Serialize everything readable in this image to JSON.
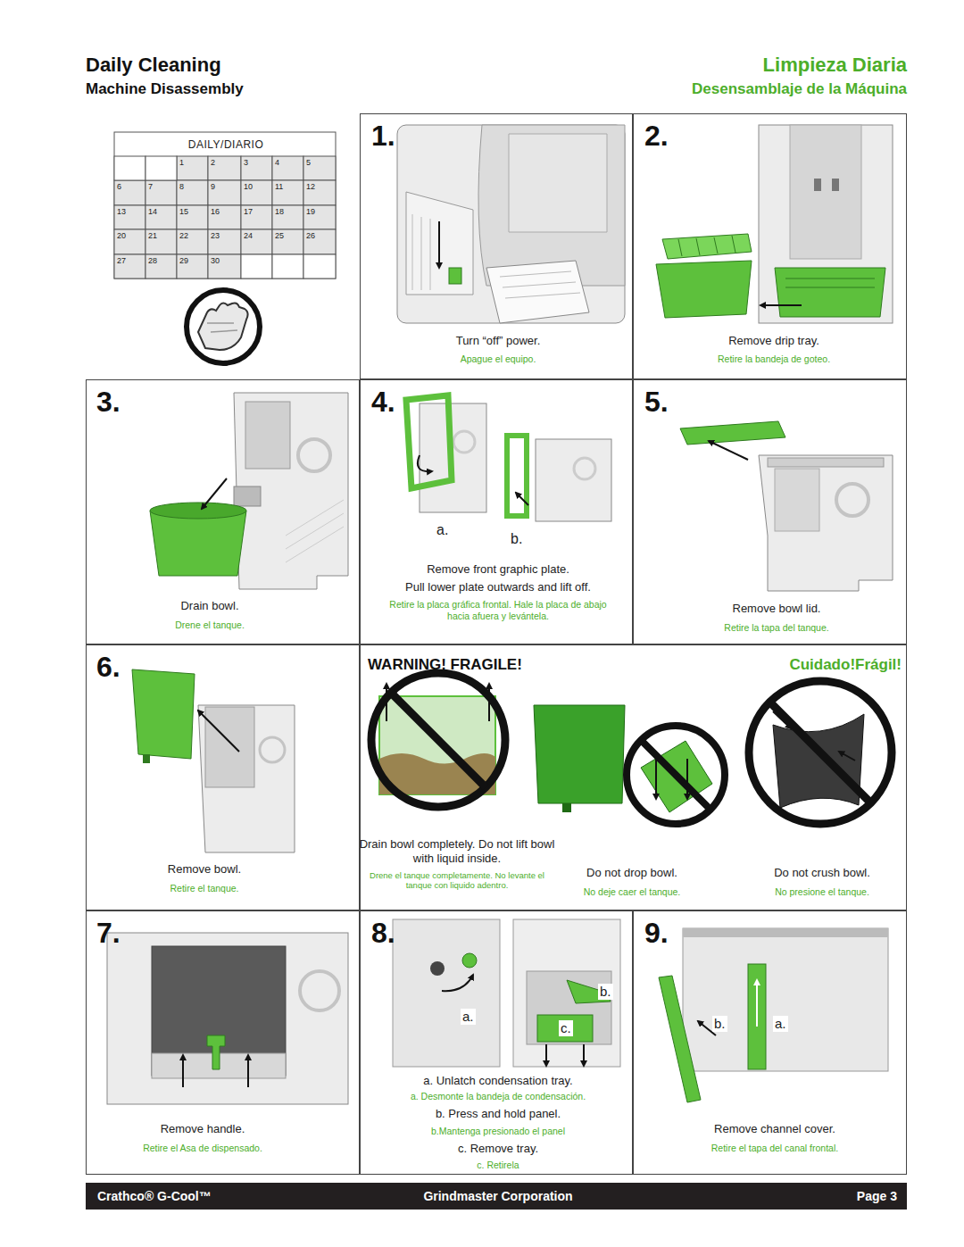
{
  "diagram": {
    "title": "Daily Cleaning",
    "nodes": [
      {
        "text": [
          "DAILY/DIARIO"
        ]
      },
      {
        "text": [
          "1.",
          "Turn “off” power.",
          "Apague el equipo."
        ]
      },
      {
        "text": [
          "2.",
          "Remove drip tray.",
          "Retire la bandeja de goteo."
        ]
      },
      {
        "text": [
          "3.",
          "Drain bowl.",
          "Drene el tanque."
        ]
      },
      {
        "text": [
          "4.",
          "a.",
          "b.",
          "Remove front graphic plate.",
          "Pull lower plate outwards and lift off.",
          "Retire la placa gráfica frontal. Hale la placa de abajo hacia afuera y levántela."
        ]
      },
      {
        "text": [
          "5.",
          "Remove bowl lid.",
          "Retire la tapa del tanque."
        ]
      },
      {
        "text": [
          "6.",
          "Remove bowl.",
          "Retire el tanque."
        ]
      },
      {
        "text": [
          "WARNING! FRAGILE!",
          "Cuidado!Frágil!",
          "Drain bowl completely. Do not lift bowl with liquid inside.",
          "Drene el tanque completamente. No levante el tanque con liquido adentro.",
          "Do not drop bowl.",
          "No deje caer el tanque.",
          "Do not crush bowl.",
          "No presione el tanque."
        ]
      },
      {
        "text": [
          "7.",
          "Remove handle.",
          "Retire el Asa de dispensado."
        ]
      },
      {
        "text": [
          "8.",
          "a.",
          "b.",
          "c.",
          "a. Unlatch condensation tray.",
          "a. Desmonte la bandeja de condensación.",
          "b. Press and hold panel.",
          "b.Mantenga presionado el panel",
          "c. Remove tray.",
          "c. Retirela"
        ]
      },
      {
        "text": [
          "9.",
          "b.",
          "a.",
          "Remove channel cover.",
          "Retire el tapa del canal frontal."
        ]
      },
      {
        "text": [
          "Crathco® G-Cool™",
          "Grindmaster Corporation",
          "Page 3"
        ]
      }
    ],
    "labels": [
      "Machine Disassembly",
      "Limpieza Diaria",
      "Desensamblaje de la Máquina",
      "1",
      "2",
      "3",
      "4",
      "5",
      "6",
      "7",
      "8",
      "9",
      "10",
      "11",
      "12",
      "13",
      "14",
      "15",
      "16",
      "17",
      "18",
      "19",
      "20",
      "21",
      "22",
      "23",
      "24",
      "25",
      "26",
      "27",
      "28",
      "29",
      "30"
    ]
  }
}
